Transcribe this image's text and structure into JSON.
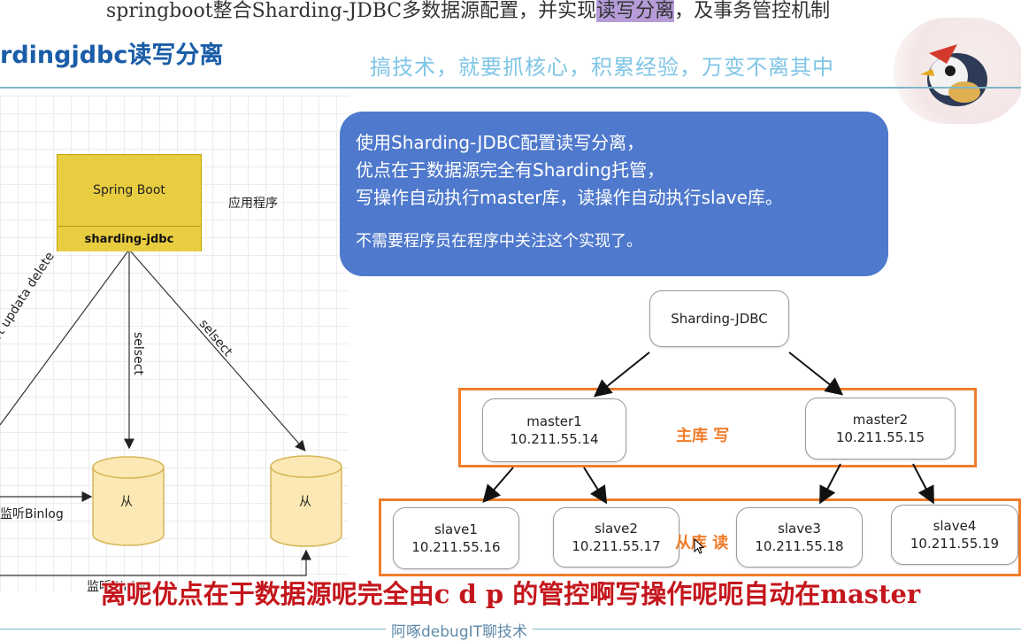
{
  "top_banner": {
    "prefix": "springboot整合Sharding-JDBC多数据源配置，并实现",
    "highlight": "读写分离",
    "suffix": "，及事务管控机制"
  },
  "slide": {
    "title": "rdingjdbc读写分离",
    "slogan": "搞技术，就要抓核心，积累经验，万变不离其中"
  },
  "left_diagram": {
    "app_top": "Spring Boot",
    "app_bottom": "sharding-jdbc",
    "app_caption": "应用程序",
    "edge_write": "nsert updata delete",
    "edge_select_mid": "selsect",
    "edge_select_right": "selsect",
    "db_mid": "从",
    "db_right": "从",
    "binlog_1": "监听Binlog",
    "binlog_2": "监听Binlog"
  },
  "callout": {
    "line1": "使用Sharding-JDBC配置读写分离，",
    "line2": "优点在于数据源完全有Sharding托管，",
    "line3": "写操作自动执行master库，读操作自动执行slave库。",
    "line4": "不需要程序员在程序中关注这个实现了。"
  },
  "right_diagram": {
    "root": "Sharding-JDBC",
    "masters_label": "主库 写",
    "slaves_label": "从库 读",
    "masters": [
      {
        "name": "master1",
        "ip": "10.211.55.14"
      },
      {
        "name": "master2",
        "ip": "10.211.55.15"
      }
    ],
    "slaves": [
      {
        "name": "slave1",
        "ip": "10.211.55.16"
      },
      {
        "name": "slave2",
        "ip": "10.211.55.17"
      },
      {
        "name": "slave3",
        "ip": "10.211.55.18"
      },
      {
        "name": "slave4",
        "ip": "10.211.55.19"
      }
    ]
  },
  "subtitle": "离呢优点在于数据源呢完全由c d p 的管控啊写操作呢呃自动在master",
  "footer": "阿啄debugIT聊技术",
  "colors": {
    "callout": "#4f79cc",
    "orange": "#f07d2c",
    "subtitle": "#c4161c",
    "db_fill": "#fbe8b4",
    "db_stroke": "#d6b656"
  }
}
